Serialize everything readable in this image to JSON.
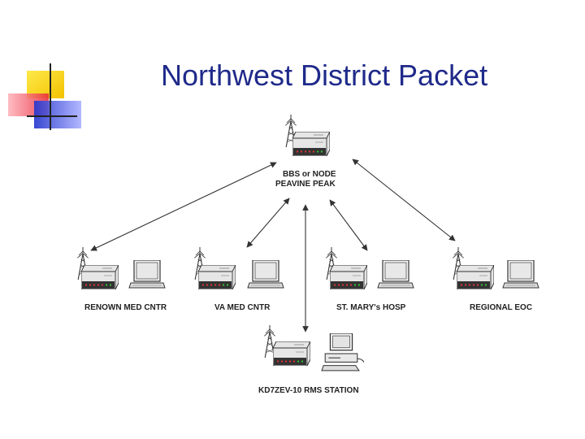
{
  "slide": {
    "title": "Northwest District Packet"
  },
  "nodes": {
    "hub": {
      "line1": "BBS or NODE",
      "line2": "PEAVINE PEAK"
    },
    "renown": {
      "label": "RENOWN MED CNTR"
    },
    "va": {
      "label": "VA MED CNTR"
    },
    "stmarys": {
      "label": "ST. MARY's HOSP"
    },
    "eoc": {
      "label": "REGIONAL EOC"
    },
    "rms": {
      "label": "KD7ZEV-10 RMS STATION"
    }
  },
  "icons": {
    "antenna": "antenna-tower-icon",
    "tnc": "tnc-modem-icon",
    "laptop": "laptop-icon",
    "desktop": "desktop-computer-icon"
  },
  "colors": {
    "title": "#1f2a8a",
    "logo_yellow": "#f5d000",
    "logo_red": "#e8283a",
    "logo_blue": "#2233cc"
  }
}
